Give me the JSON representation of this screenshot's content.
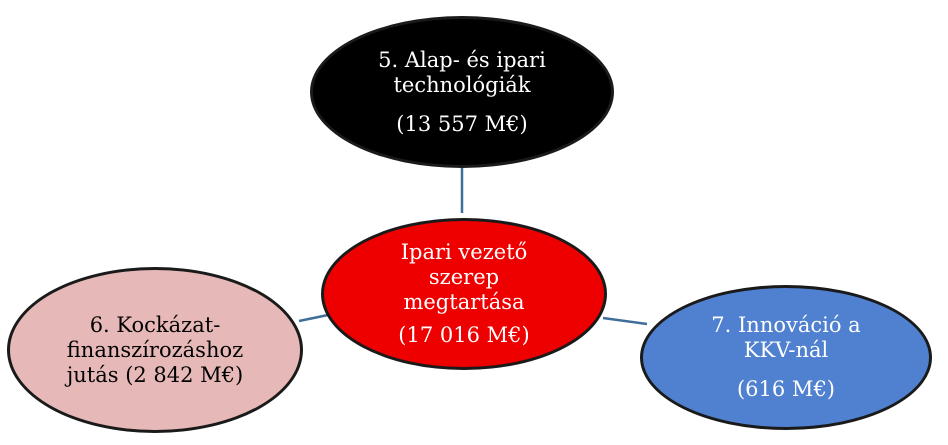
{
  "diagram": {
    "center": {
      "lines": [
        "Ipari vezető",
        "szerep",
        "megtartása"
      ],
      "amount": "(17 016 M€)"
    },
    "top": {
      "lines": [
        "5. Alap- és ipari",
        "technológiák"
      ],
      "amount": "(13 557 M€)"
    },
    "left": {
      "lines": [
        "6. Kockázat-",
        "finanszírozáshoz"
      ],
      "amount": "jutás (2 842 M€)"
    },
    "right": {
      "lines": [
        "7. Innováció a",
        "KKV-nál"
      ],
      "amount": "(616 M€)"
    }
  },
  "colors": {
    "top_fill": "#000000",
    "center_fill": "#ee0000",
    "left_fill": "#e6b9b8",
    "right_fill": "#4f81d0",
    "connector": "#3f6e99"
  }
}
